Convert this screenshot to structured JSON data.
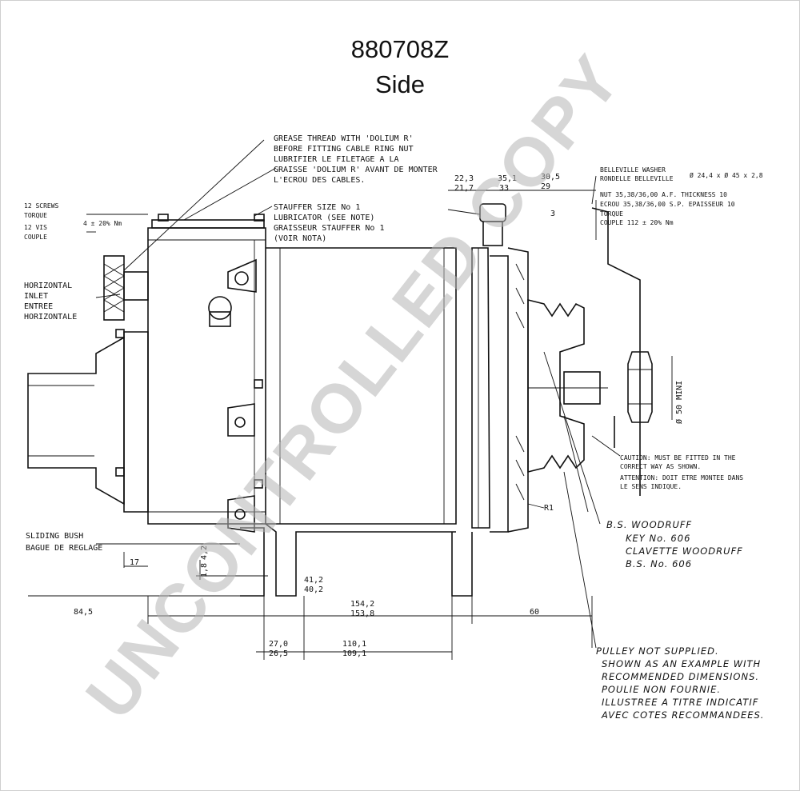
{
  "header": {
    "part_number": "880708Z",
    "view": "Side"
  },
  "labels": {
    "screws": [
      "12 SCREWS",
      "TORQUE",
      "12 VIS",
      "COUPLE"
    ],
    "screws_torque": "4 ± 20% Nm",
    "grease_thread": [
      "GREASE THREAD WITH 'DOLIUM R'",
      "BEFORE FITTING CABLE RING NUT",
      "LUBRIFIER LE FILETAGE A LA",
      "GRAISSE 'DOLIUM R' AVANT DE MONTER",
      "L'ECROU DES CABLES."
    ],
    "stauffer": [
      "STAUFFER SIZE No 1",
      "LUBRICATOR (SEE NOTE)",
      "GRAISSEUR STAUFFER No 1",
      "(VOIR NOTA)"
    ],
    "horizontal_inlet": [
      "HORIZONTAL",
      "INLET",
      "ENTREE",
      "HORIZONTALE"
    ],
    "belleville": [
      "BELLEVILLE WASHER",
      "RONDELLE BELLEVILLE"
    ],
    "belleville_dim": "Ø 24,4 x Ø 45 x 2,8",
    "nut": [
      "NUT 35,38/36,00 A.F. THICKNESS 10",
      "ECROU 35,38/36,00 S.P. EPAISSEUR 10",
      "TORQUE",
      "COUPLE 112 ± 20% Nm"
    ],
    "sliding_bush": [
      "SLIDING BUSH",
      "BAGUE DE REGLAGE"
    ],
    "caution": [
      "CAUTION: MUST BE FITTED IN THE",
      "CORRECT WAY AS SHOWN.",
      "ATTENTION: DOIT ETRE MONTEE DANS",
      "LE SENS INDIQUE."
    ],
    "woodruff": [
      "B.S. WOODRUFF",
      "KEY No. 606",
      "CLAVETTE WOODRUFF",
      "B.S. No. 606"
    ],
    "pulley": [
      "PULLEY NOT SUPPLIED.",
      "SHOWN AS AN EXAMPLE WITH",
      "RECOMMENDED DIMENSIONS.",
      "POULIE NON FOURNIE.",
      "ILLUSTREE A TITRE INDICATIF",
      "AVEC COTES RECOMMANDEES."
    ],
    "dia_50": "Ø 50 MINI",
    "r1": "R1"
  },
  "dimensions": {
    "d_22_3": "22,3",
    "d_21_7": "21,7",
    "d_35_1": "35,1",
    "d_33": "33",
    "d_30_5": "30,5",
    "d_29": "29",
    "d_3": "3",
    "d_84_5": "84,5",
    "d_154_2": "154,2",
    "d_153_8": "153,8",
    "d_60": "60",
    "d_27_0": "27,0",
    "d_26_5": "26,5",
    "d_110_1": "110,1",
    "d_109_1": "109,1",
    "d_41_2": "41,2",
    "d_40_2": "40,2",
    "d_17": "17",
    "d_4_2": "4,2",
    "d_1_8": "1,8"
  },
  "watermark": "UNCONTROLLED COPY"
}
